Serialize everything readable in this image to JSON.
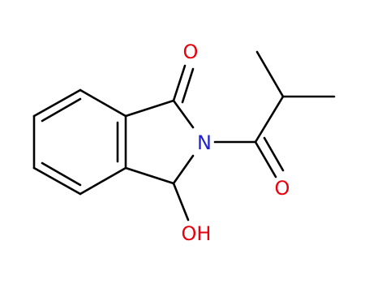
{
  "molecule": {
    "atoms": {
      "o_ketone": {
        "label": "O",
        "color": "#e8000b"
      },
      "n_imide": {
        "label": "N",
        "color": "#2121d0"
      },
      "o_amide": {
        "label": "O",
        "color": "#e8000b"
      },
      "oh": {
        "label": "OH",
        "color": "#e8000b"
      }
    },
    "bond_color": "#000000"
  }
}
